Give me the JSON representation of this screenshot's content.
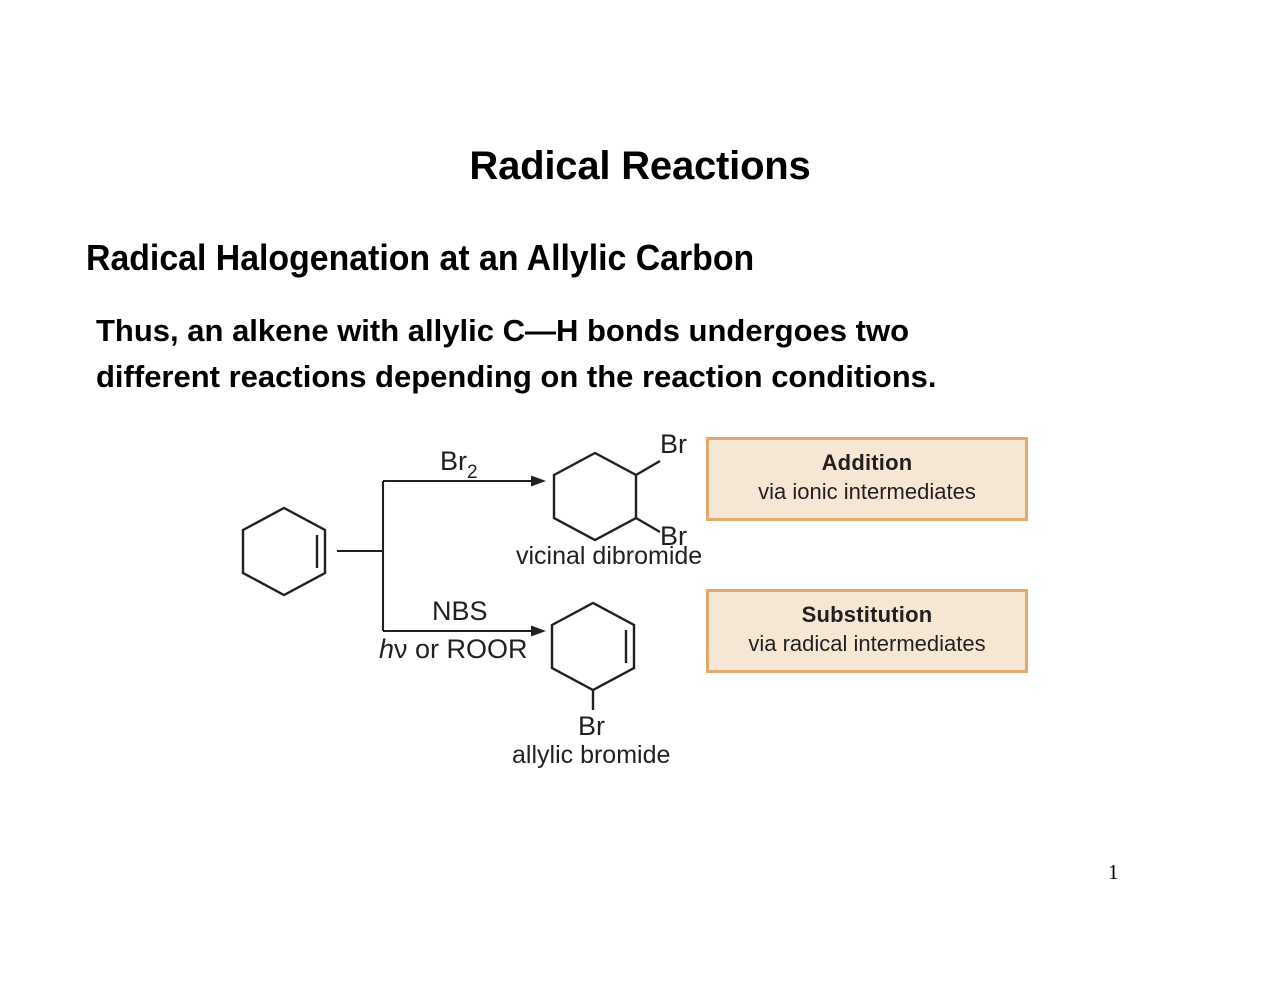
{
  "slide": {
    "title": "Radical Reactions",
    "subtitle": "Radical Halogenation at an Allylic Carbon",
    "body_line1": "Thus, an alkene with allylic C—H bonds undergoes two",
    "body_line2": "different reactions depending on the reaction conditions.",
    "page_number": "1"
  },
  "scheme": {
    "reactant_name": "cyclohexene",
    "branches": [
      {
        "id": "addition",
        "reagent_above": "Br",
        "reagent_above_sub": "2",
        "reagent_below": "",
        "product_label": "vicinal dibromide",
        "substituent_top": "Br",
        "substituent_bottom": "Br"
      },
      {
        "id": "substitution",
        "reagent_above": "NBS",
        "reagent_below_italic": "h",
        "reagent_below_greek": "ν",
        "reagent_below_rest": " or ROOR",
        "product_label": "allylic bromide",
        "substituent_bottom": "Br"
      }
    ]
  },
  "callouts": [
    {
      "id": "addition",
      "title": "Addition",
      "subtitle": "via ionic intermediates",
      "fill": "#f6e7d4",
      "border": "#e0ab6b"
    },
    {
      "id": "substitution",
      "title": "Substitution",
      "subtitle": "via radical intermediates",
      "fill": "#f6e7d4",
      "border": "#e0ab6b"
    }
  ]
}
